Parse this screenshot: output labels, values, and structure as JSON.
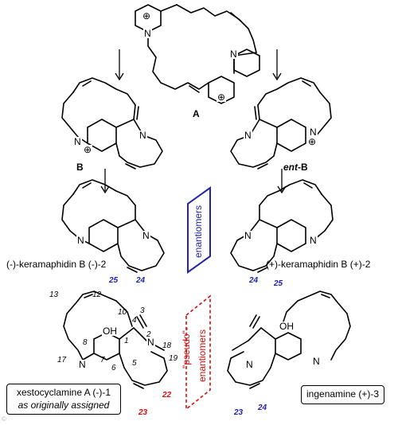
{
  "labels": {
    "A": "A",
    "B": "B",
    "entB_prefix": "ent",
    "entB_suffix": "-B",
    "keramaphidin_minus": "(-)-keramaphidin B (-)-2",
    "keramaphidin_plus": "(+)-keramaphidin B (+)-2",
    "enantiomers": "enantiomers",
    "pseudo_enantiomers_1": "\"pseudo\"-",
    "pseudo_enantiomers_2": "enantiomers",
    "xestocyclamine_line1": "xestocyclamine A (-)-1",
    "xestocyclamine_line2": "as originally assigned",
    "ingenamine": "ingenamine (+)-3",
    "OH": "OH",
    "N": "N",
    "plus": "⊕"
  },
  "numbers": {
    "n25a": "25",
    "n24a": "24",
    "n24b": "24",
    "n25b": "25",
    "n13": "13",
    "n12": "12",
    "n10": "10",
    "n3": "3",
    "n4": "4",
    "n1": "1",
    "n2": "2",
    "n8": "8",
    "n18": "18",
    "n17": "17",
    "n7": "7",
    "n6": "6",
    "n5": "5",
    "n19": "19",
    "n22": "22",
    "n23a": "23",
    "n23b": "23",
    "n24c": "24"
  },
  "colors": {
    "blue": "#2222aa",
    "red": "#cc1111"
  },
  "watermark": "©"
}
